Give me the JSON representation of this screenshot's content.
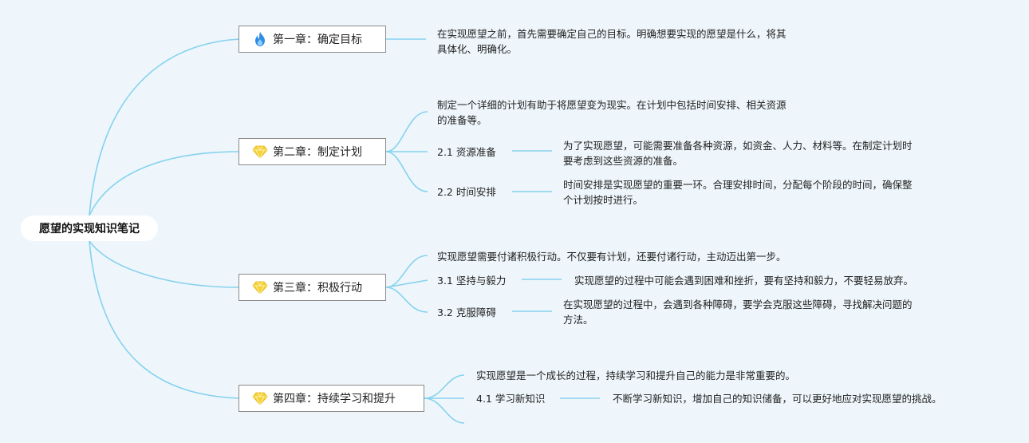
{
  "root": {
    "label": "愿望的实现知识笔记"
  },
  "chapters": [
    {
      "title": "第一章：确定目标",
      "icon": "flame-icon",
      "intro": [
        "在实现愿望之前，首先需要确定自己的目标。明确想要实现的愿望是什么，将其",
        "具体化、明确化。"
      ],
      "subs": []
    },
    {
      "title": "第二章：制定计划",
      "icon": "diamond-icon",
      "intro": [
        "制定一个详细的计划有助于将愿望变为现实。在计划中包括时间安排、相关资源",
        "的准备等。"
      ],
      "subs": [
        {
          "label": "2.1 资源准备",
          "desc": [
            "为了实现愿望，可能需要准备各种资源，如资金、人力、材料等。在制定计划时",
            "要考虑到这些资源的准备。"
          ]
        },
        {
          "label": "2.2 时间安排",
          "desc": [
            "时间安排是实现愿望的重要一环。合理安排时间，分配每个阶段的时间，确保整",
            "个计划按时进行。"
          ]
        }
      ]
    },
    {
      "title": "第三章：积极行动",
      "icon": "diamond-icon",
      "intro": [
        "实现愿望需要付诸积极行动。不仅要有计划，还要付诸行动，主动迈出第一步。"
      ],
      "subs": [
        {
          "label": "3.1 坚持与毅力",
          "desc": [
            "实现愿望的过程中可能会遇到困难和挫折，要有坚持和毅力，不要轻易放弃。"
          ]
        },
        {
          "label": "3.2 克服障碍",
          "desc": [
            "在实现愿望的过程中，会遇到各种障碍，要学会克服这些障碍，寻找解决问题的",
            "方法。"
          ]
        }
      ]
    },
    {
      "title": "第四章：持续学习和提升",
      "icon": "diamond-icon",
      "intro": [
        "实现愿望是一个成长的过程，持续学习和提升自己的能力是非常重要的。"
      ],
      "subs": [
        {
          "label": "4.1 学习新知识",
          "desc": [
            "不断学习新知识，增加自己的知识储备，可以更好地应对实现愿望的挑战。"
          ]
        }
      ]
    }
  ],
  "colors": {
    "background": "#eef6fb",
    "link": "#86d2ee",
    "flame": "#2f8de4",
    "diamond": "#f5d23a"
  }
}
